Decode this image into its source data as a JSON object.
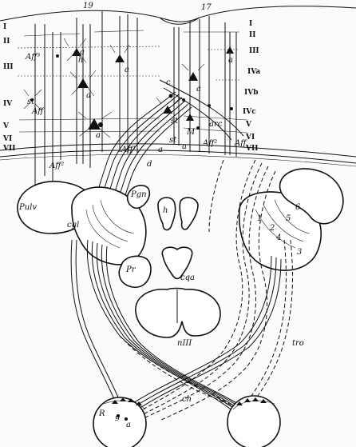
{
  "area_labels": {
    "left_area": "19",
    "right_area": "17"
  },
  "layers_left": [
    "I",
    "II",
    "III",
    "IV",
    "V",
    "VI",
    "VII"
  ],
  "layers_right": [
    "I",
    "II",
    "III",
    "IVa",
    "IVb",
    "IVc",
    "V",
    "VI",
    "VII"
  ],
  "cortex_labels": {
    "aff3": "Aff³",
    "aff_left": "Aff",
    "aff1": "Aff¹",
    "aff2_left": "Aff²",
    "aff2_right": "Aff²",
    "aff_right": "Aff",
    "st_left": "st",
    "st_mid_a": "st",
    "st_mid_b": "st",
    "arc": "arc",
    "c": "c",
    "m": "M",
    "d": "d",
    "a": "a",
    "h": "h"
  },
  "nucleus_labels": {
    "pulv": "Pulv",
    "cgl": "cgl",
    "pgn": "Pgn",
    "h": "h",
    "pr": "Pr",
    "cqa": "cqa",
    "n3": "nIII",
    "tro": "tro",
    "ch": "ch",
    "r": "R",
    "g": "g",
    "a": "a",
    "layer_numbers": [
      "1",
      "2",
      "3",
      "4",
      "5",
      "6"
    ]
  }
}
